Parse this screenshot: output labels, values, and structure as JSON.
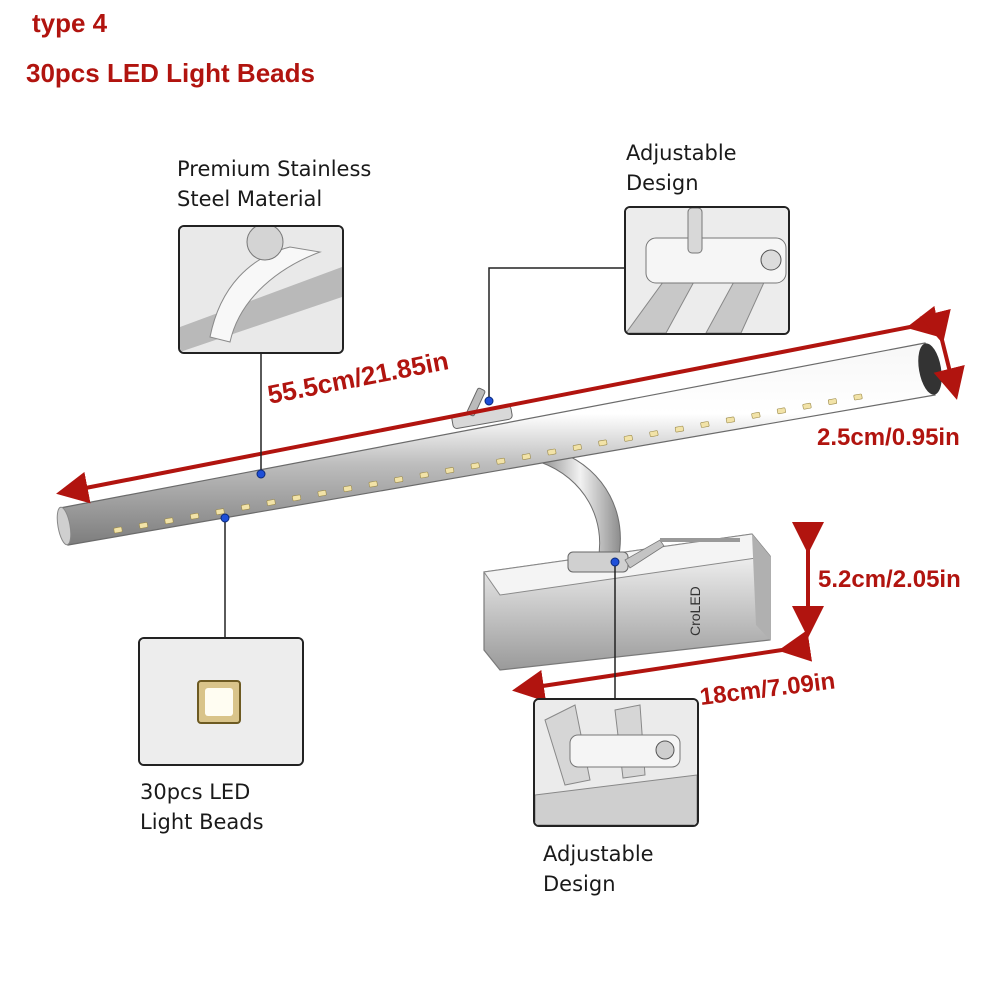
{
  "header": {
    "type_label": "type 4",
    "subtitle": "30pcs LED Light Beads"
  },
  "callouts": {
    "material": {
      "line1": "Premium Stainless",
      "line2": "Steel Material"
    },
    "adjustable_top": {
      "line1": "Adjustable",
      "line2": "Design"
    },
    "led_beads": {
      "line1": "30pcs LED",
      "line2": "Light Beads"
    },
    "adjustable_bottom": {
      "line1": "Adjustable",
      "line2": "Design"
    }
  },
  "dimensions": {
    "length": "55.5cm/21.85in",
    "tube_diameter": "2.5cm/0.95in",
    "box_height": "5.2cm/2.05in",
    "box_width": "18cm/7.09in"
  },
  "product": {
    "brand_mark": "CroLED",
    "led_count": 30
  },
  "colors": {
    "dimension_red": "#b1140f",
    "leader_blue": "#1e4fd8"
  }
}
